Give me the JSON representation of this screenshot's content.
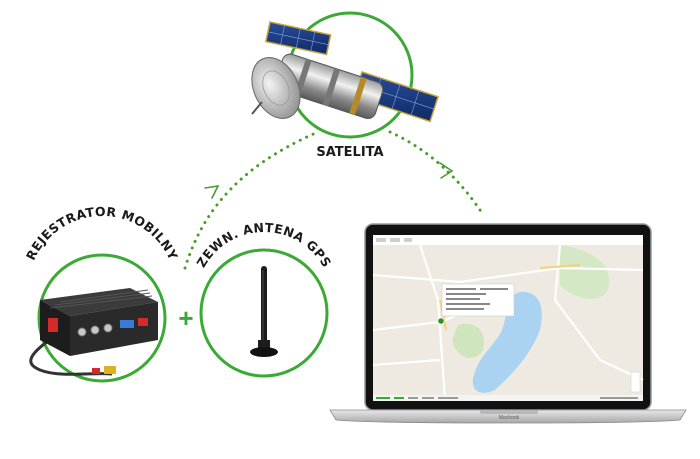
{
  "diagram": {
    "satellite_label": "SATELITA",
    "recorder_label": "REJESTRATOR MOBILNY",
    "antenna_label": "ZEWN. ANTENA GPS",
    "plus_sign": "+",
    "laptop_brand": "Macbook",
    "colors": {
      "accent_green": "#3aaa35",
      "dots_green": "#4d9b2f",
      "text_dark": "#1a1a1a"
    },
    "icons": [
      "satellite-icon",
      "recorder-device-icon",
      "gps-antenna-icon",
      "laptop-icon",
      "map-marker-icon"
    ]
  }
}
